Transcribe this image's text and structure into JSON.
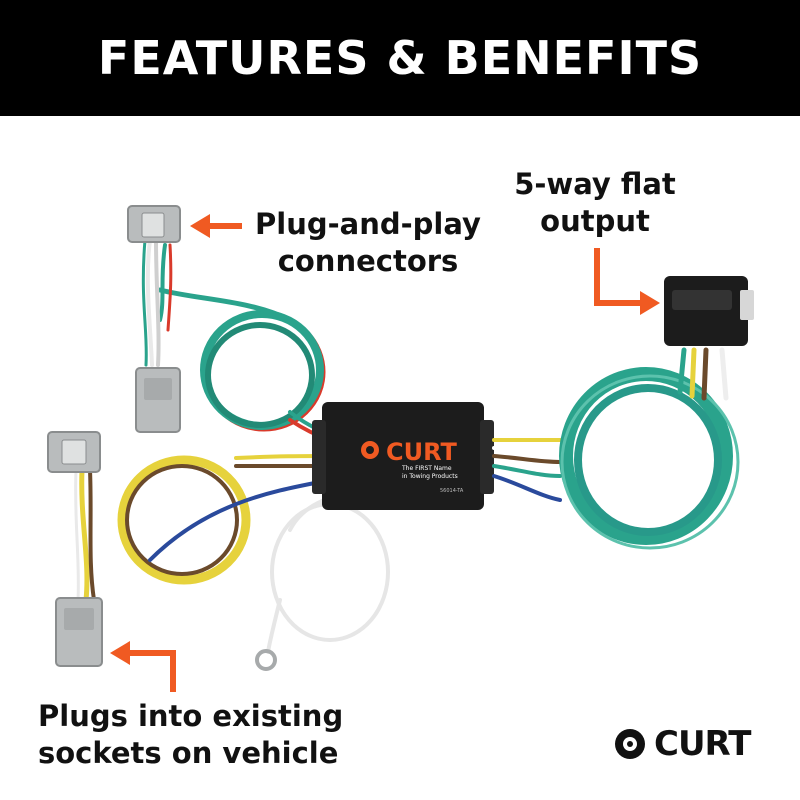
{
  "banner": {
    "title": "FEATURES & BENEFITS"
  },
  "callouts": {
    "plug_and_play": [
      "Plug-and-play",
      "connectors"
    ],
    "flat_output": [
      "5-way flat",
      "output"
    ],
    "sockets": [
      "Plugs into existing",
      "sockets on vehicle"
    ]
  },
  "module": {
    "brand": "CURT",
    "tagline_1": "The FIRST Name",
    "tagline_2": "in Towing Products",
    "part_number": "56014-TA"
  },
  "brand": {
    "word": "CURT"
  },
  "colors": {
    "banner_bg": "#000000",
    "arrow": "#f05a22",
    "wire_green": "#2aa38c",
    "wire_yellow": "#e6d23c",
    "wire_brown": "#6b4a2b",
    "wire_white": "#eeeeee",
    "wire_blue": "#2a4a9c",
    "wire_red": "#d93a2b",
    "connector_gray": "#b9bcbd",
    "module_black": "#1c1c1c"
  },
  "icons": [
    "arrow-left-icon",
    "arrow-right-icon",
    "curt-logo-icon",
    "ring-terminal-icon"
  ]
}
